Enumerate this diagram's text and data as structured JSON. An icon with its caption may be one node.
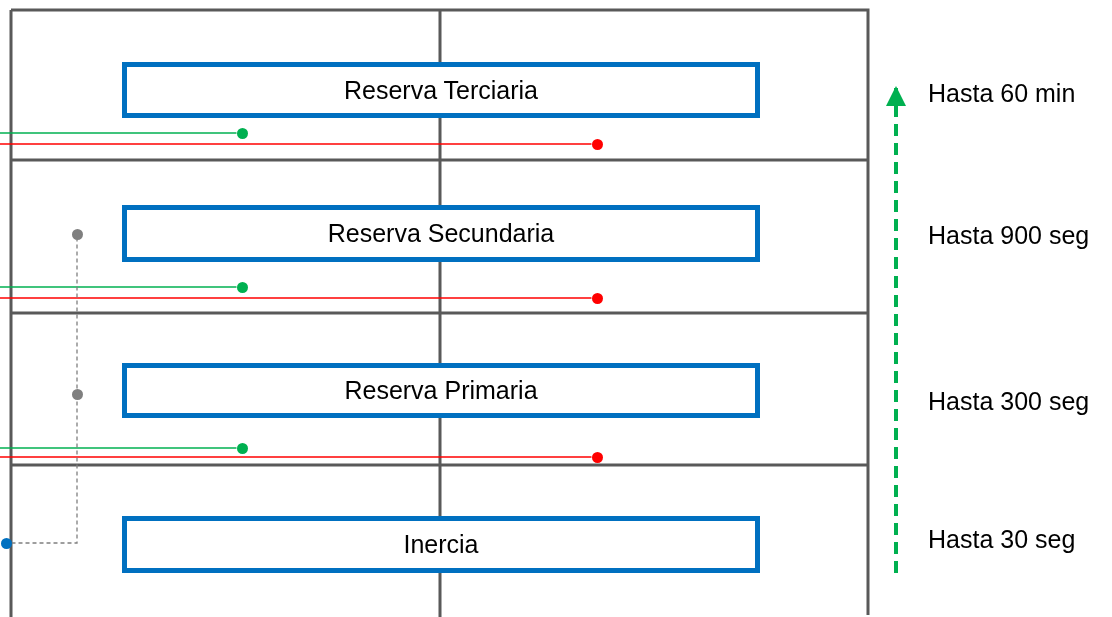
{
  "diagram": {
    "nodes": [
      {
        "text": [
          "Reserva Terciaria"
        ]
      },
      {
        "text": [
          "Reserva Secundaria"
        ]
      },
      {
        "text": [
          "Reserva Primaria"
        ]
      },
      {
        "text": [
          "Inercia"
        ]
      },
      {
        "text": [],
        "shape": "circle"
      },
      {
        "text": [],
        "shape": "circle"
      },
      {
        "text": [],
        "shape": "circle"
      },
      {
        "text": [],
        "shape": "circle"
      },
      {
        "text": [],
        "shape": "circle"
      },
      {
        "text": [],
        "shape": "circle"
      },
      {
        "text": [],
        "shape": "circle"
      },
      {
        "text": [],
        "shape": "circle"
      },
      {
        "text": [],
        "shape": "circle"
      }
    ],
    "edges": [
      {
        "from": null,
        "to": 4,
        "arrow": "none",
        "color": "#00b050"
      },
      {
        "from": null,
        "to": 5,
        "arrow": "none",
        "color": "#ff0000"
      },
      {
        "from": null,
        "to": 7,
        "arrow": "none",
        "color": "#00b050"
      },
      {
        "from": null,
        "to": 8,
        "arrow": "none",
        "color": "#ff0000"
      },
      {
        "from": null,
        "to": 10,
        "arrow": "none",
        "color": "#00b050"
      },
      {
        "from": null,
        "to": 11,
        "arrow": "none",
        "color": "#ff0000"
      },
      {
        "from": 12,
        "to": 9,
        "arrow": "none",
        "style": "dashed",
        "color": "#7f7f7f"
      },
      {
        "from": 9,
        "to": 6,
        "arrow": "none",
        "style": "dashed",
        "color": "#7f7f7f"
      }
    ],
    "labels": [
      "Hasta 60 min",
      "Hasta 900 seg",
      "Hasta 300 seg",
      "Hasta 30 seg"
    ]
  }
}
